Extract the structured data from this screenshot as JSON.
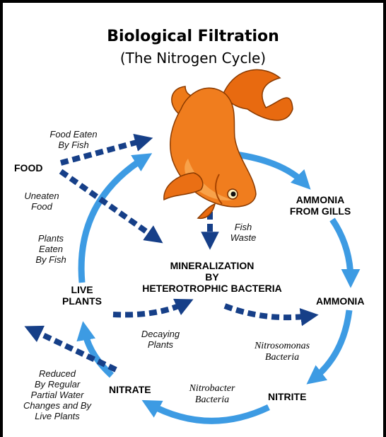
{
  "title": "Biological Filtration",
  "subtitle": "(The Nitrogen Cycle)",
  "nodes": {
    "food": "FOOD",
    "ammonia_from_gills": [
      "AMMONIA",
      "FROM GILLS"
    ],
    "mineralization": [
      "MINERALIZATION",
      "BY",
      "HETEROTROPHIC BACTERIA"
    ],
    "ammonia": "AMMONIA",
    "nitrite": "NITRITE",
    "nitrate": "NITRATE",
    "live_plants": [
      "LIVE",
      "PLANTS"
    ]
  },
  "annotations": {
    "food_eaten": [
      "Food Eaten",
      "By Fish"
    ],
    "uneaten_food": [
      "Uneaten",
      "Food"
    ],
    "plants_eaten": [
      "Plants",
      "Eaten",
      "By Fish"
    ],
    "fish_waste": [
      "Fish",
      "Waste"
    ],
    "decaying_plants": [
      "Decaying",
      "Plants"
    ],
    "nitrosomonas": [
      "Nitrosomonas",
      "Bacteria"
    ],
    "nitrobacter": [
      "Nitrobacter",
      "Bacteria"
    ],
    "reduced": [
      "Reduced",
      "By Regular",
      "Partial Water",
      "Changes and By",
      "Live Plants"
    ]
  },
  "colors": {
    "solid_arrow": "#3d9be3",
    "dashed_arrow": "#163f88",
    "fish_body": "#f07d1e",
    "fish_fin": "#e86a10"
  }
}
